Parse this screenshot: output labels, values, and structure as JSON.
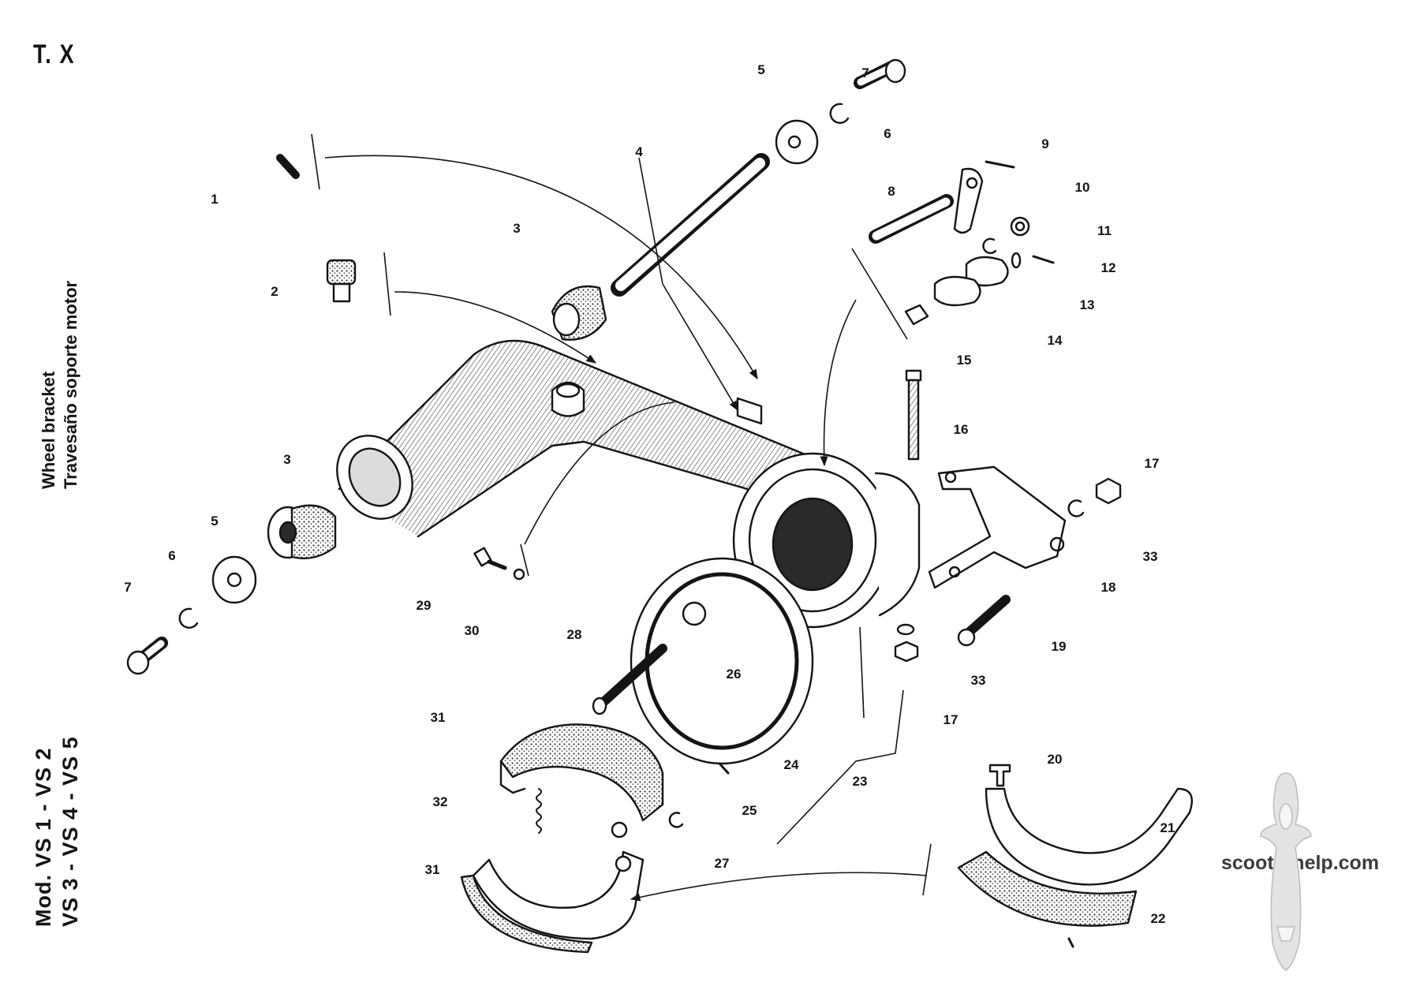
{
  "plate": "T. X",
  "title": {
    "line1": "Wheel bracket",
    "line2": "Travesaño soporte motor"
  },
  "models": {
    "line1": "Mod. VS 1 - VS 2",
    "line2": "VS 3 - VS 4 - VS 5"
  },
  "watermark": "scooterhelp.com",
  "callouts": [
    "1",
    "2",
    "3",
    "3",
    "4",
    "5",
    "5",
    "6",
    "6",
    "7",
    "7",
    "8",
    "9",
    "10",
    "11",
    "12",
    "13",
    "14",
    "15",
    "16",
    "17",
    "17",
    "18",
    "19",
    "20",
    "21",
    "22",
    "23",
    "24",
    "25",
    "26",
    "27",
    "28",
    "29",
    "30",
    "31",
    "31",
    "32",
    "33",
    "33"
  ]
}
